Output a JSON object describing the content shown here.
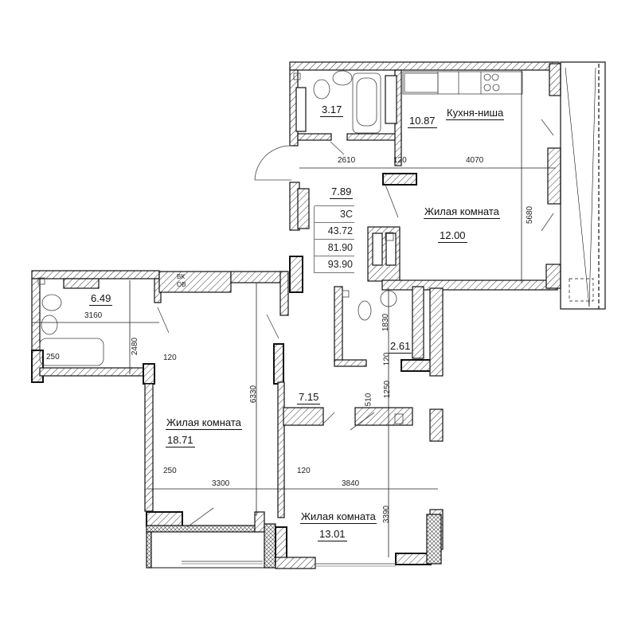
{
  "plan": {
    "type": "apartment floor plan",
    "apartment_code": "3С",
    "summary": {
      "code": "3С",
      "living_area": "43.72",
      "total_area": "81.90",
      "total_area_with_balconies": "93.90"
    },
    "rooms": [
      {
        "id": "bathroom-1",
        "area": "3.17"
      },
      {
        "id": "kitchen",
        "name": "Кухня-ниша",
        "area": "10.87"
      },
      {
        "id": "hall",
        "area": "7.89"
      },
      {
        "id": "living-room-1",
        "name": "Жилая комната",
        "area": "12.00"
      },
      {
        "id": "bathroom-2",
        "area": "6.49"
      },
      {
        "id": "bathroom-3",
        "area": "2.61"
      },
      {
        "id": "corridor",
        "area": "7.15"
      },
      {
        "id": "living-room-2",
        "name": "Жилая комната",
        "area": "18.71"
      },
      {
        "id": "living-room-3",
        "name": "Жилая комната",
        "area": "13.01"
      }
    ],
    "dimensions": {
      "d2610": "2610",
      "d120_top": "120",
      "d4070": "4070",
      "d5680": "5680",
      "d3160": "3160",
      "d2480": "2480",
      "d250_bath": "250",
      "d120_left": "120",
      "d6330": "6330",
      "d1830": "1830",
      "d120_mid": "120",
      "d1250": "1250",
      "d510": "510",
      "d250_bottom": "250",
      "d3300": "3300",
      "d120_bottom": "120",
      "d3840": "3840",
      "d3390": "3390"
    },
    "shaft_labels": {
      "vk": "ВК",
      "ov": "ОВ"
    }
  }
}
